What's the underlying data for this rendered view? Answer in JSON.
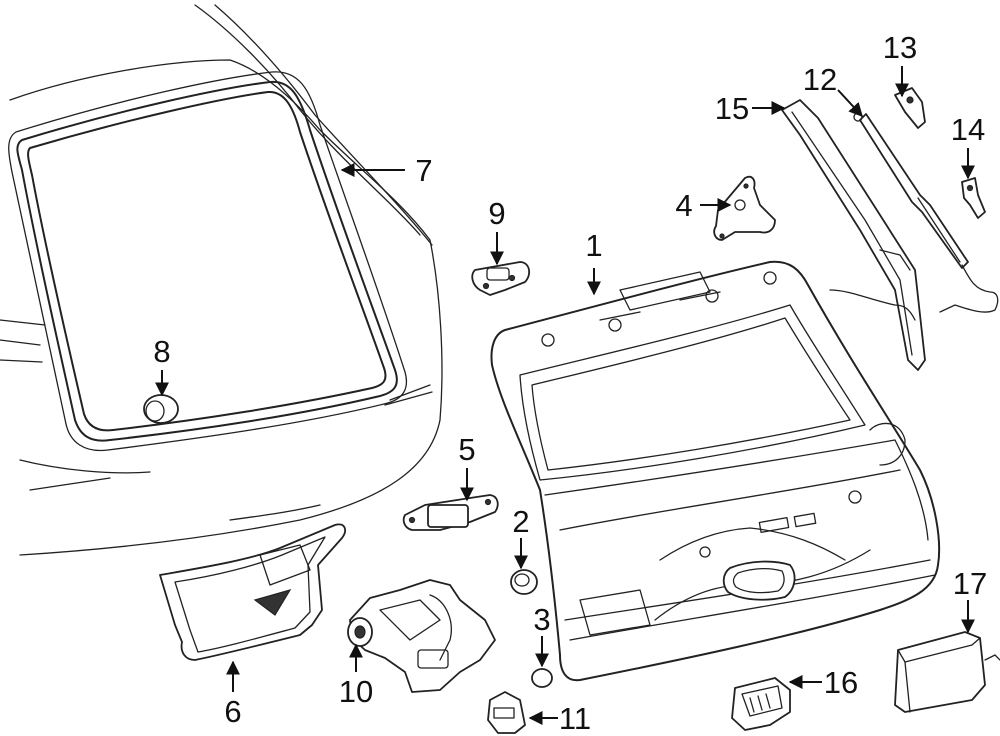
{
  "callouts": [
    {
      "id": "1",
      "text": "1"
    },
    {
      "id": "2",
      "text": "2"
    },
    {
      "id": "3",
      "text": "3"
    },
    {
      "id": "4",
      "text": "4"
    },
    {
      "id": "5",
      "text": "5"
    },
    {
      "id": "6",
      "text": "6"
    },
    {
      "id": "7",
      "text": "7"
    },
    {
      "id": "8",
      "text": "8"
    },
    {
      "id": "9",
      "text": "9"
    },
    {
      "id": "10",
      "text": "10"
    },
    {
      "id": "11",
      "text": "11"
    },
    {
      "id": "12",
      "text": "12"
    },
    {
      "id": "13",
      "text": "13"
    },
    {
      "id": "14",
      "text": "14"
    },
    {
      "id": "15",
      "text": "15"
    },
    {
      "id": "16",
      "text": "16"
    },
    {
      "id": "17",
      "text": "17"
    }
  ],
  "colors": {
    "line": "#222222",
    "background": "#ffffff"
  }
}
